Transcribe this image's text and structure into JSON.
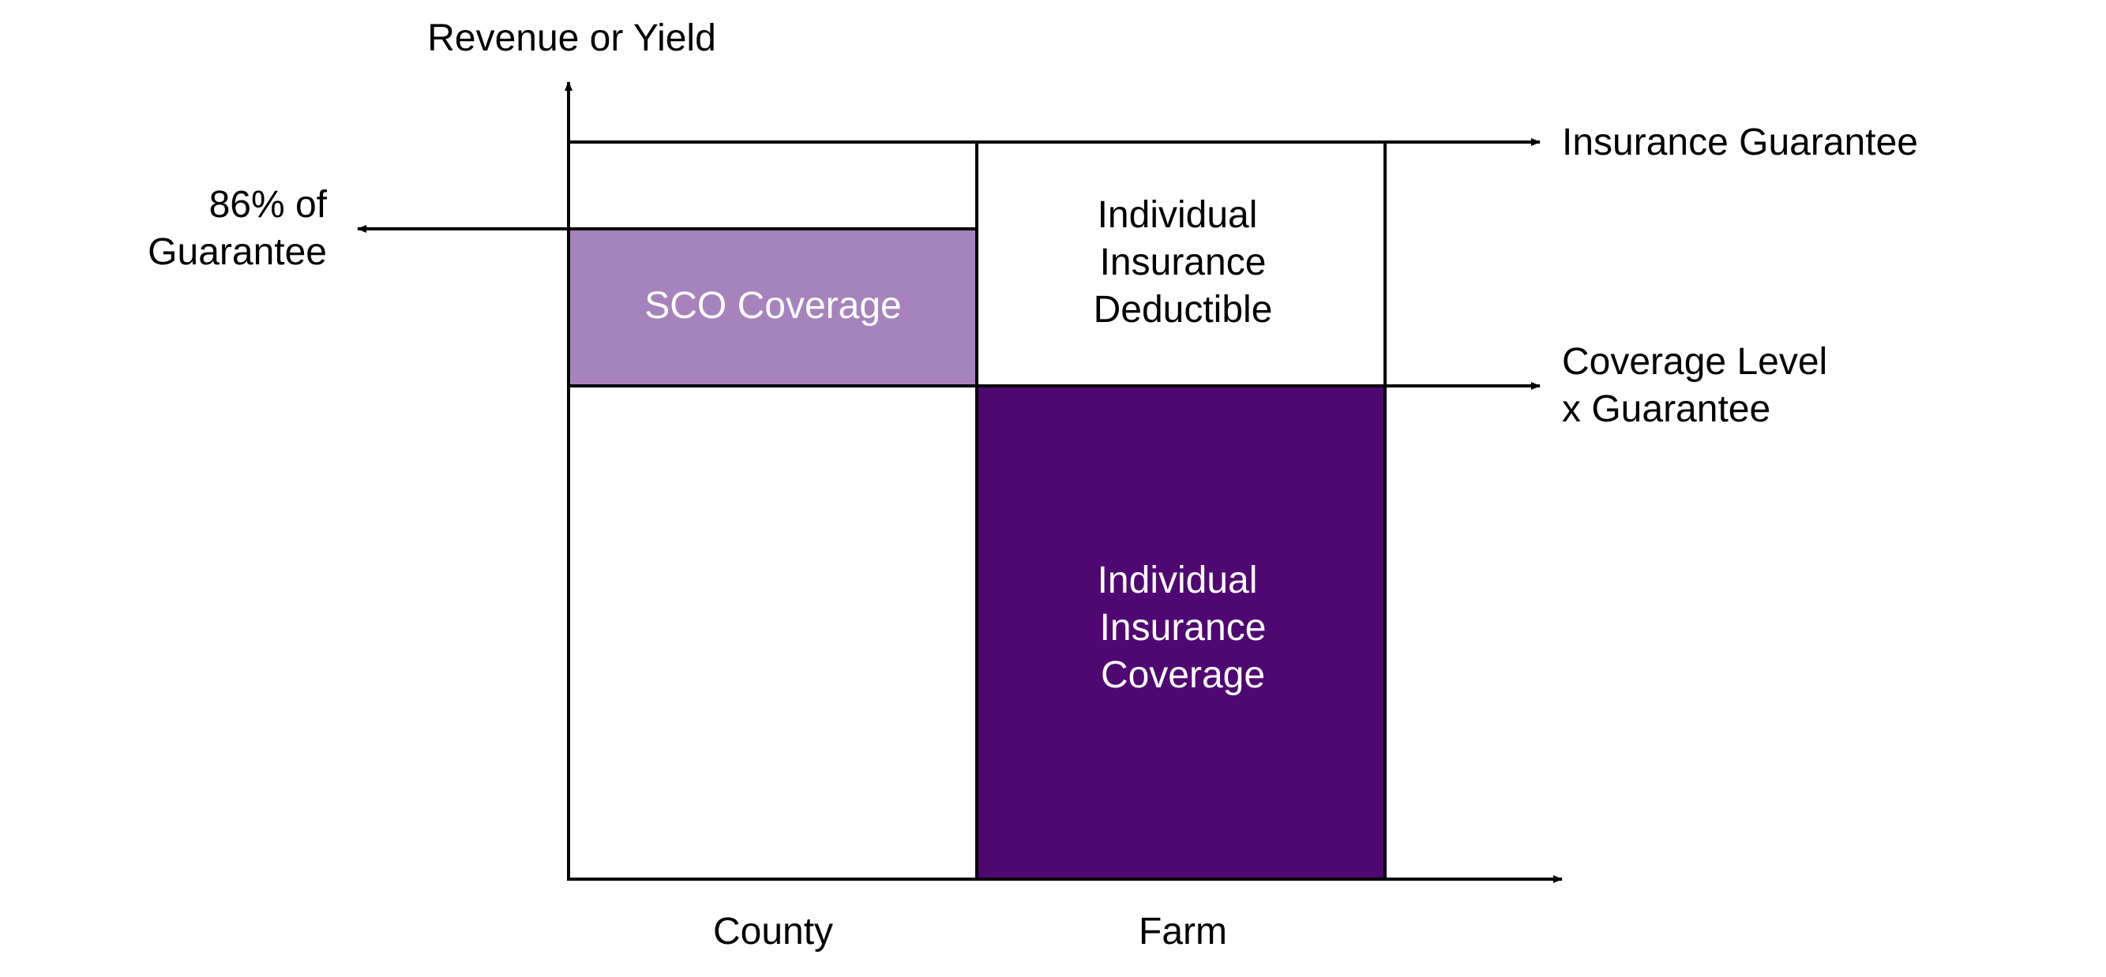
{
  "colors": {
    "sco_fill": "#a683bd",
    "individual_coverage_fill": "#4f0872",
    "deductible_fill": "#ffffff",
    "line": "#000000"
  },
  "axis": {
    "y_label": "Revenue or Yield",
    "x_categories": [
      "County",
      "Farm"
    ]
  },
  "levels": {
    "insurance_guarantee": "Insurance Guarantee",
    "coverage_level_line1": "Coverage Level",
    "coverage_level_line2": "x Guarantee",
    "sco_limit_line1": "86% of",
    "sco_limit_line2": "Guarantee"
  },
  "regions": {
    "sco_coverage": "SCO Coverage",
    "deductible_line1": "Individual",
    "deductible_line2": "Insurance",
    "deductible_line3": "Deductible",
    "coverage_line1": "Individual",
    "coverage_line2": "Insurance",
    "coverage_line3": "Coverage"
  }
}
